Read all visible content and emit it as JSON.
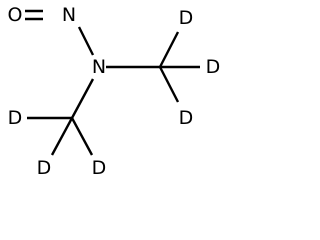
{
  "molecule": {
    "atoms": {
      "oxygen": "O",
      "nitroso_nitrogen": "N",
      "amine_nitrogen": "N",
      "deuterium_top_right_1": "D",
      "deuterium_top_right_2": "D",
      "deuterium_top_right_3": "D",
      "deuterium_bottom_left_1": "D",
      "deuterium_bottom_left_2": "D",
      "deuterium_bottom_left_3": "D"
    }
  }
}
